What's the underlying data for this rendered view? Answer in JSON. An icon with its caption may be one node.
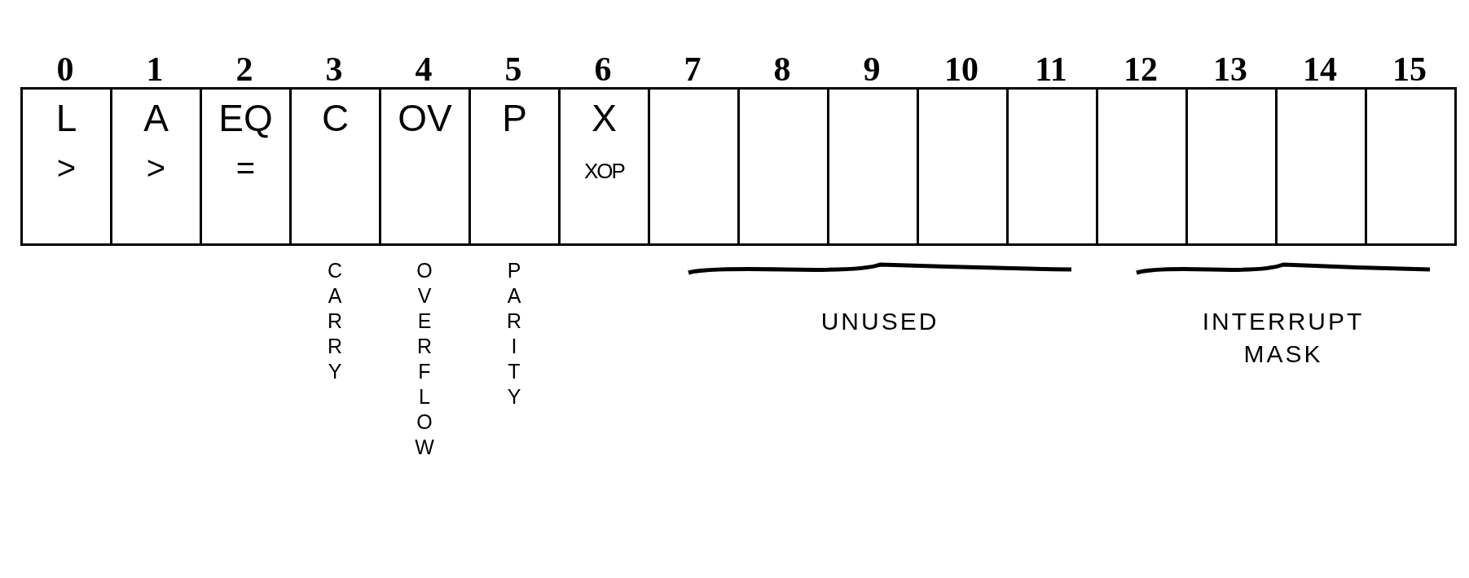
{
  "diagram": {
    "nodes": [
      {
        "text": [
          "L",
          ">"
        ]
      },
      {
        "text": [
          "A",
          ">"
        ]
      },
      {
        "text": [
          "EQ",
          "="
        ]
      },
      {
        "text": [
          "C"
        ]
      },
      {
        "text": [
          "OV"
        ]
      },
      {
        "text": [
          "P"
        ]
      },
      {
        "text": [
          "X",
          "XOP"
        ]
      },
      {
        "text": [],
        "shape": "box"
      },
      {
        "text": [],
        "shape": "box"
      },
      {
        "text": [],
        "shape": "box"
      },
      {
        "text": [],
        "shape": "box"
      },
      {
        "text": [],
        "shape": "box"
      },
      {
        "text": [],
        "shape": "box"
      },
      {
        "text": [],
        "shape": "box"
      },
      {
        "text": [],
        "shape": "box"
      },
      {
        "text": [],
        "shape": "box"
      }
    ],
    "labels": [
      "0",
      "1",
      "2",
      "3",
      "4",
      "5",
      "6",
      "7",
      "8",
      "9",
      "10",
      "11",
      "12",
      "13",
      "14",
      "15",
      "CARRY",
      "OVERFLOW",
      "PARITY",
      "UNUSED",
      "INTERRUPT MASK"
    ]
  }
}
